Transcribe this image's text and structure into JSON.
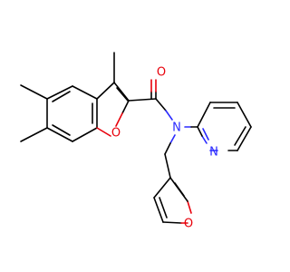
{
  "molecule": {
    "atom_labels": {
      "carbonyl_oxygen": "O",
      "benzofuran_oxygen": "O",
      "amide_nitrogen": "N",
      "pyridine_nitrogen": "N",
      "furan_oxygen": "O"
    },
    "colors": {
      "carbon_bond": "#000000",
      "oxygen": "#e8000b",
      "nitrogen": "#2a2aff",
      "background": "#ffffff"
    }
  }
}
